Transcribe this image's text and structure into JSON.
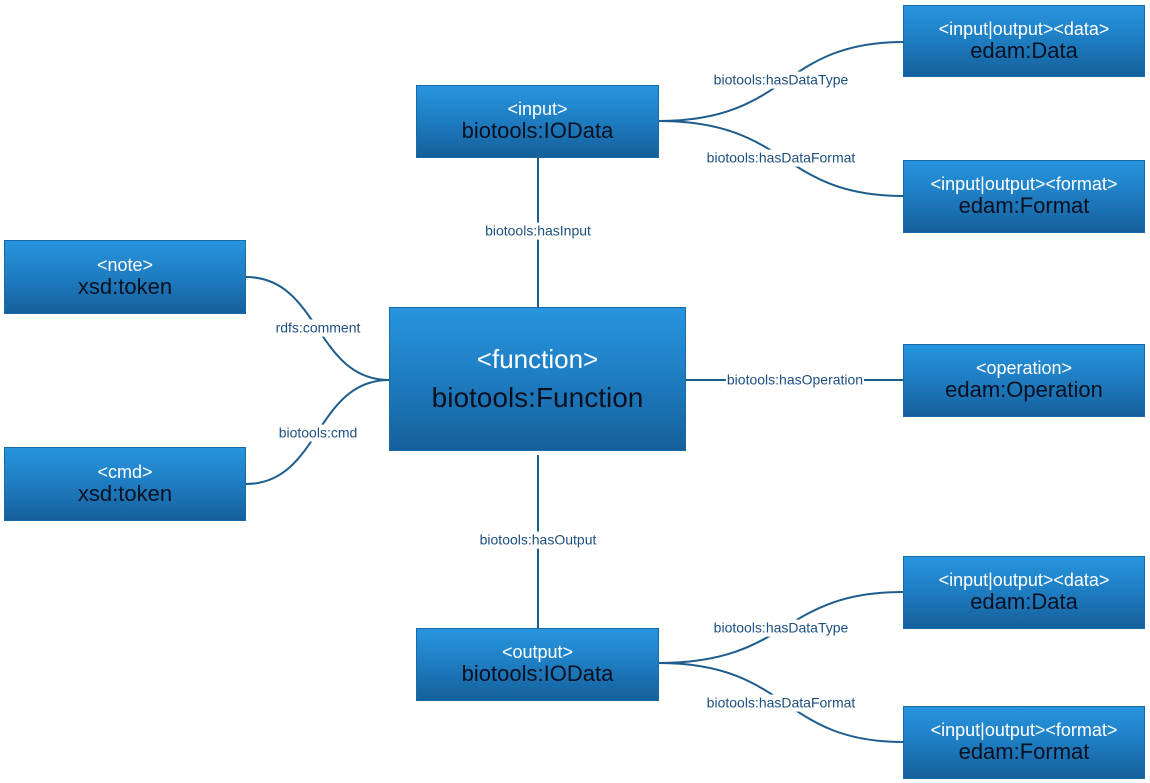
{
  "nodes": {
    "function": {
      "tag": "<function>",
      "type": "biotools:Function"
    },
    "input": {
      "tag": "<input>",
      "type": "biotools:IOData"
    },
    "output": {
      "tag": "<output>",
      "type": "biotools:IOData"
    },
    "note": {
      "tag": "<note>",
      "type": "xsd:token"
    },
    "cmd": {
      "tag": "<cmd>",
      "type": "xsd:token"
    },
    "operation": {
      "tag": "<operation>",
      "type": "edam:Operation"
    },
    "input_data": {
      "tag": "<input|output><data>",
      "type": "edam:Data"
    },
    "input_format": {
      "tag": "<input|output><format>",
      "type": "edam:Format"
    },
    "output_data": {
      "tag": "<input|output><data>",
      "type": "edam:Data"
    },
    "output_format": {
      "tag": "<input|output><format>",
      "type": "edam:Format"
    }
  },
  "edges": {
    "has_input": "biotools:hasInput",
    "has_output": "biotools:hasOutput",
    "has_operation": "biotools:hasOperation",
    "comment": "rdfs:comment",
    "cmd": "biotools:cmd",
    "input_data_type": "biotools:hasDataType",
    "input_data_format": "biotools:hasDataFormat",
    "output_data_type": "biotools:hasDataType",
    "output_data_format": "biotools:hasDataFormat"
  }
}
